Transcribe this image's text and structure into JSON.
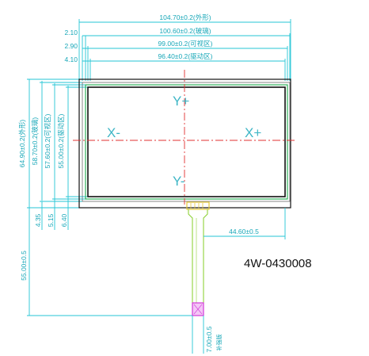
{
  "dimensions": {
    "outer_width": "104.70±0.2(外形)",
    "glass_width": "100.60±0.2(玻璃)",
    "view_width": "99.00±0.2(可视区)",
    "active_width": "96.40±0.2(驱动区)",
    "offset_1": "2.10",
    "offset_2": "2.90",
    "offset_3": "4.10",
    "outer_height": "64.90±0.2(外形)",
    "glass_height": "58.70±0.2(玻璃)",
    "view_height": "57.60±0.2(可视区)",
    "active_height": "55.00±0.2(驱动区)",
    "v_offset_1": "4.35",
    "v_offset_2": "5.15",
    "v_offset_3": "6.40",
    "tail_position": "44.60±0.5",
    "tail_length": "55.00±0.5",
    "tail_width": "7.00±0.5",
    "stiffener_note": "补强版"
  },
  "axes": {
    "y_plus": "Y+",
    "y_minus": "Y-",
    "x_minus": "X-",
    "x_plus": "X+"
  },
  "model_number": "4W-0430008",
  "colors": {
    "dimension": "#24c6d6",
    "centerline": "#e03030",
    "panel": "#111111",
    "active_area": "#2fb05a",
    "flex_tail": "#8fd13a",
    "connector": "#e6c93a",
    "stiffener": "#d23ad9"
  }
}
